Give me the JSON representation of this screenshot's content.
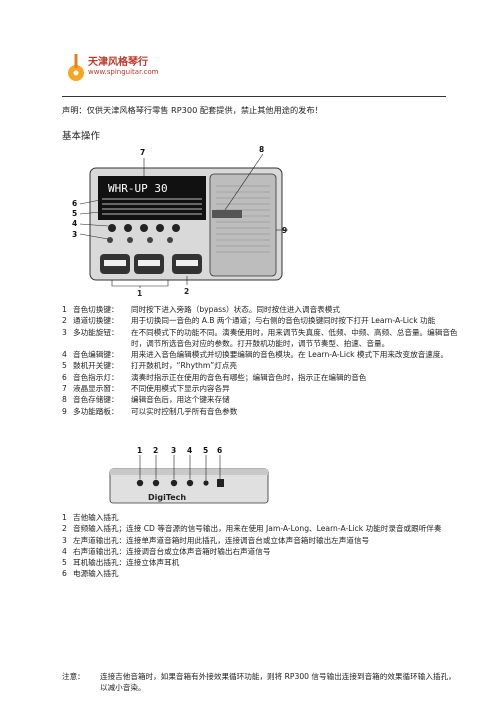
{
  "header": {
    "logo_name": "天津风格琴行",
    "logo_url": "www.spinguitar.com",
    "disclaimer": "声明：仅供天津风格琴行零售 RP300 配套提供，禁止其他用途的发布！"
  },
  "section_title": "基本操作",
  "figure1": {
    "display_text": "WHR-UP 30",
    "callouts": [
      "7",
      "8",
      "6",
      "5",
      "4",
      "3",
      "9",
      "1",
      "2"
    ]
  },
  "controls": [
    {
      "num": "1",
      "label": "音色切换键：",
      "desc": "同时按下进入旁路（bypass）状态。同时按住进入调音表模式"
    },
    {
      "num": "2",
      "label": "通道切换键：",
      "desc": "用于切换同一音色的 A.B 两个通道；与右侧的音色切换键同时按下打开 Learn-A-Lick 功能"
    },
    {
      "num": "3",
      "label": "多功能旋钮：",
      "desc": "在不同模式下的功能不同。演奏使用时，用来调节失真度、低频、中频、高频、总音量。编辑音色时，调节所选音色对应的参数。打开鼓机功能时，调节节奏型、拍速、音量。"
    },
    {
      "num": "4",
      "label": "音色编辑键：",
      "desc": "用来进入音色编辑模式并切换要编辑的音色模块。在 Learn-A-Lick 模式下用来改变放音速度。"
    },
    {
      "num": "5",
      "label": "鼓机开关键：",
      "desc": "打开鼓机时，“Rhythm”灯点亮"
    },
    {
      "num": "6",
      "label": "音色指示灯：",
      "desc": "演奏时指示正在使用的音色有哪些；编辑音色时，指示正在编辑的音色"
    },
    {
      "num": "7",
      "label": "液晶显示窗：",
      "desc": "不同使用模式下显示内容各异"
    },
    {
      "num": "8",
      "label": "音色存储键：",
      "desc": "编辑音色后，用这个键来存储"
    },
    {
      "num": "9",
      "label": "多功能踏板：",
      "desc": "可以实时控制几乎所有音色参数"
    }
  ],
  "figure2": {
    "callouts": [
      "1",
      "2",
      "3",
      "4",
      "5",
      "6"
    ],
    "brand": "DigiTech"
  },
  "jacks": [
    {
      "num": "1",
      "text": "吉他输入插孔"
    },
    {
      "num": "2",
      "text": "音频输入插孔；连接 CD 等音源的信号输出，用来在使用 Jam-A-Long、Learn-A-Lick 功能时录音或跟听伴奏"
    },
    {
      "num": "3",
      "text": "左声道输出孔：连接单声道音箱时用此插孔，连接调音台或立体声音箱时输出左声道信号"
    },
    {
      "num": "4",
      "text": "右声道输出孔：连接调音台或立体声音箱时输出右声道信号"
    },
    {
      "num": "5",
      "text": "耳机输出插孔：连接立体声耳机"
    },
    {
      "num": "6",
      "text": "电源输入插孔"
    }
  ],
  "note": {
    "label": "注意：",
    "text": "连接吉他音箱时，如果音箱有外接效果循环功能，则将 RP300 信号输出连接到音箱的效果循环输入插孔，以减小音染。"
  }
}
